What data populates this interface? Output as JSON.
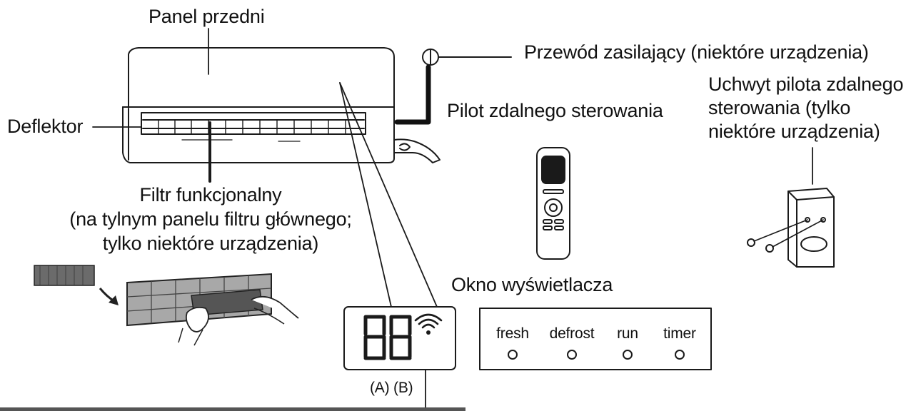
{
  "labels": {
    "front_panel": "Panel przedni",
    "power_cord": "Przewód zasilający (niektóre urządzenia)",
    "holder_line1": "Uchwyt pilota zdalnego",
    "holder_line2": "sterowania (tylko",
    "holder_line3": "niektóre urządzenia)",
    "remote": "Pilot zdalnego sterowania",
    "deflector": "Deflektor",
    "filter_line1": "Filtr funkcjonalny",
    "filter_line2": "(na tylnym panelu filtru głównego;",
    "filter_line3": "tylko niektóre urządzenia)",
    "display_window": "Okno wyświetlacza",
    "display_ab": "(A) (B)"
  },
  "indicators": [
    "fresh",
    "defrost",
    "run",
    "timer"
  ],
  "display": {
    "digits": "88"
  },
  "icons": {
    "display_wifi": "wifi-icon",
    "cord_plug": "plug-icon",
    "indicator_light": "indicator-light-icon"
  }
}
